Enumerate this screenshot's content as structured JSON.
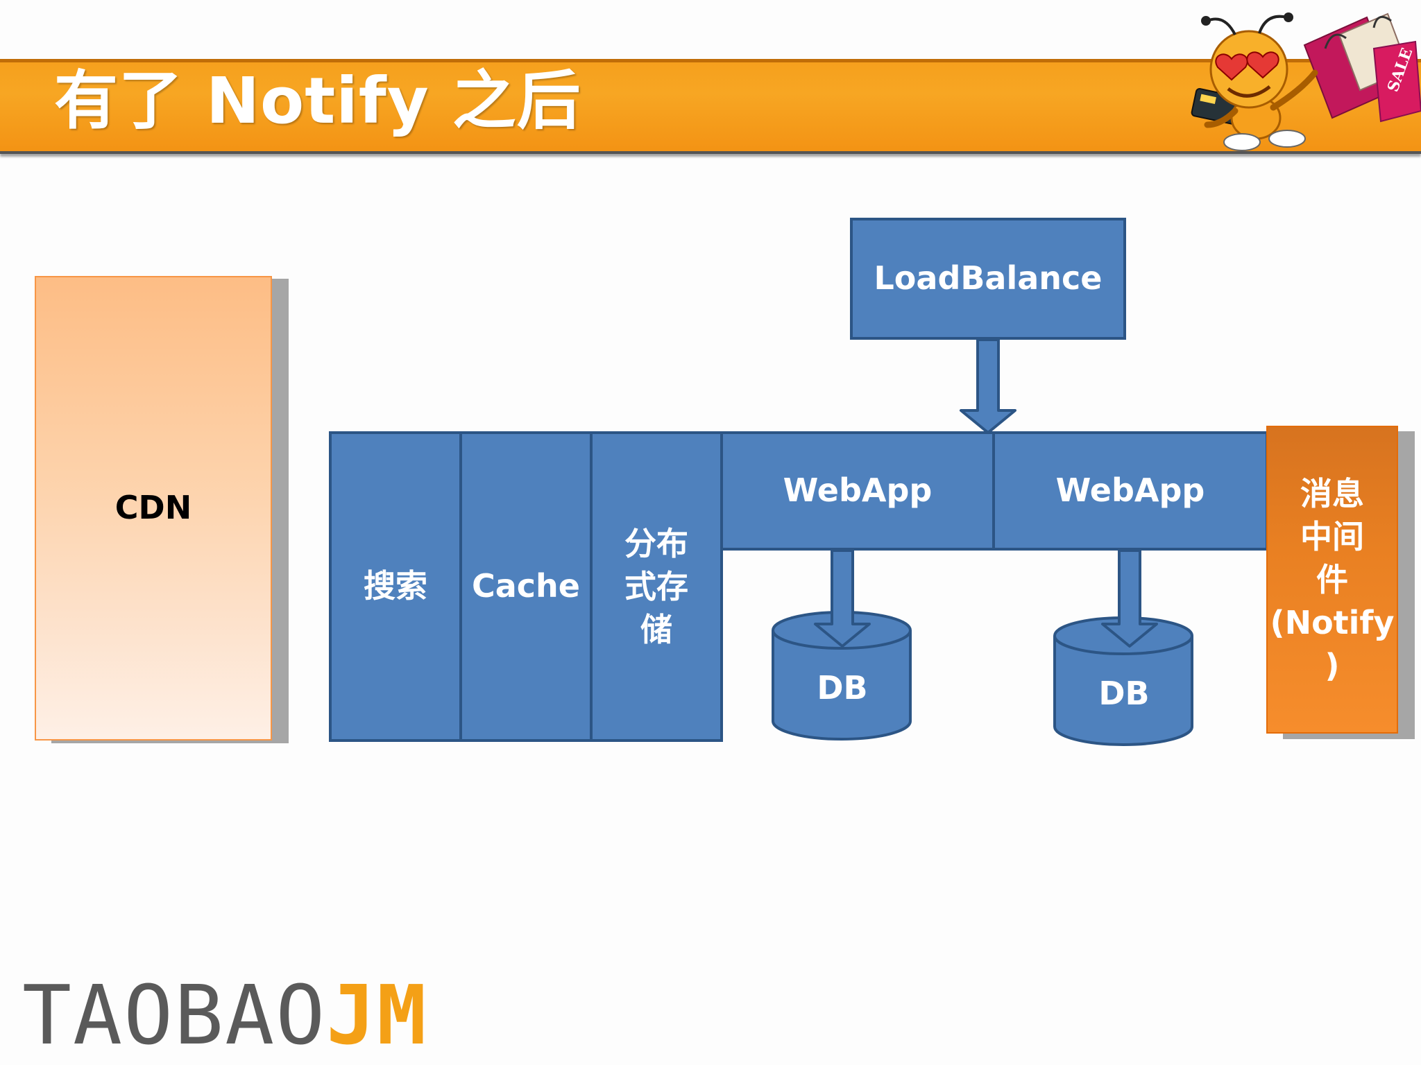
{
  "slide": {
    "title": "有了 Notify 之后"
  },
  "diagram": {
    "cdn_label": "CDN",
    "loadbalance_label": "LoadBalance",
    "search_label": "搜索",
    "cache_label": "Cache",
    "storage_lines": [
      "分布",
      "式存",
      "储"
    ],
    "webapps": [
      {
        "label": "WebApp",
        "db_label": "DB"
      },
      {
        "label": "WebApp",
        "db_label": "DB"
      }
    ],
    "notify_lines": [
      "消息",
      "中间",
      "件",
      "(Notify",
      ")"
    ]
  },
  "footer": {
    "logo_part1": "TAOBAO",
    "logo_part2": "JM"
  },
  "colors": {
    "header_orange": "#f6a01d",
    "box_blue": "#4f81bd",
    "box_blue_border": "#2c5585",
    "notify_orange": "#e98022",
    "cdn_peach": "#fdbd85",
    "logo_gray": "#5a5a5a",
    "logo_orange": "#f4a016"
  }
}
